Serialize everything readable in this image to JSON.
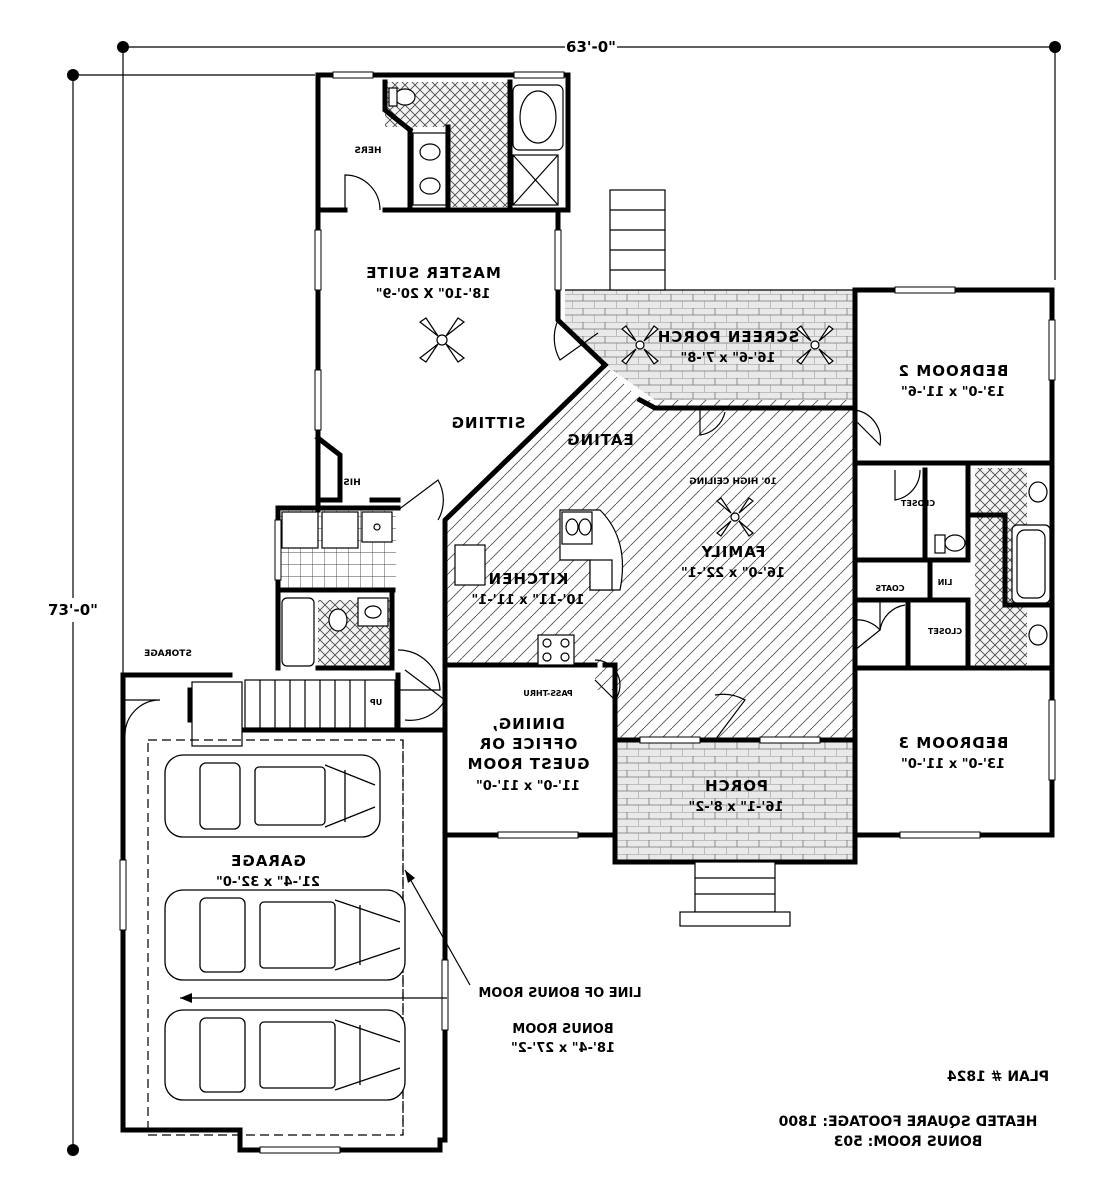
{
  "dimensions": {
    "width": "63'-0\"",
    "depth": "73'-0\""
  },
  "rooms": {
    "master_suite": {
      "name": "MASTER SUITE",
      "size": "18'-10\" X 20'-9\""
    },
    "hers": "HERS",
    "his": "HIS",
    "sitting": "SITTING",
    "screen_porch": {
      "name": "SCREEN PORCH",
      "size": "16'-6\" x 7'-8\""
    },
    "bedroom2": {
      "name": "BEDROOM 2",
      "size": "13'-0\" x 11'-6\""
    },
    "eating": "EATING",
    "ceiling_note": "10' HIGH CEILING",
    "family": {
      "name": "FAMILY",
      "size": "16'-0\" x 22'-1\""
    },
    "kitchen": {
      "name": "KITCHEN",
      "size": "10'-11\" x 11'-1\""
    },
    "closet_a": "CLOSET",
    "closet_b": "CLOSET",
    "coats": "COATS",
    "linen": "LIN",
    "storage": "STORAGE",
    "up": "UP",
    "pass_thru": "PASS-THRU",
    "dining": {
      "line1": "DINING,",
      "line2": "OFFICE OR",
      "line3": "GUEST ROOM",
      "size": "11'-0\" x 11'-0\""
    },
    "bedroom3": {
      "name": "BEDROOM 3",
      "size": "13'-0\" x 11'-0\""
    },
    "porch": {
      "name": "PORCH",
      "size": "16'-1\" x 8'-2\""
    },
    "garage": {
      "name": "GARAGE",
      "size": "21'-4\" x 32'-0\""
    },
    "bonus_line": "LINE OF BONUS ROOM",
    "bonus_room": {
      "name": "BONUS ROOM",
      "size": "18'-4\" x 27'-2\""
    }
  },
  "info": {
    "plan": "PLAN # 1824",
    "heated": "HEATED SQUARE FOOTAGE: 1800",
    "bonus": "BONUS ROOM: 503"
  }
}
